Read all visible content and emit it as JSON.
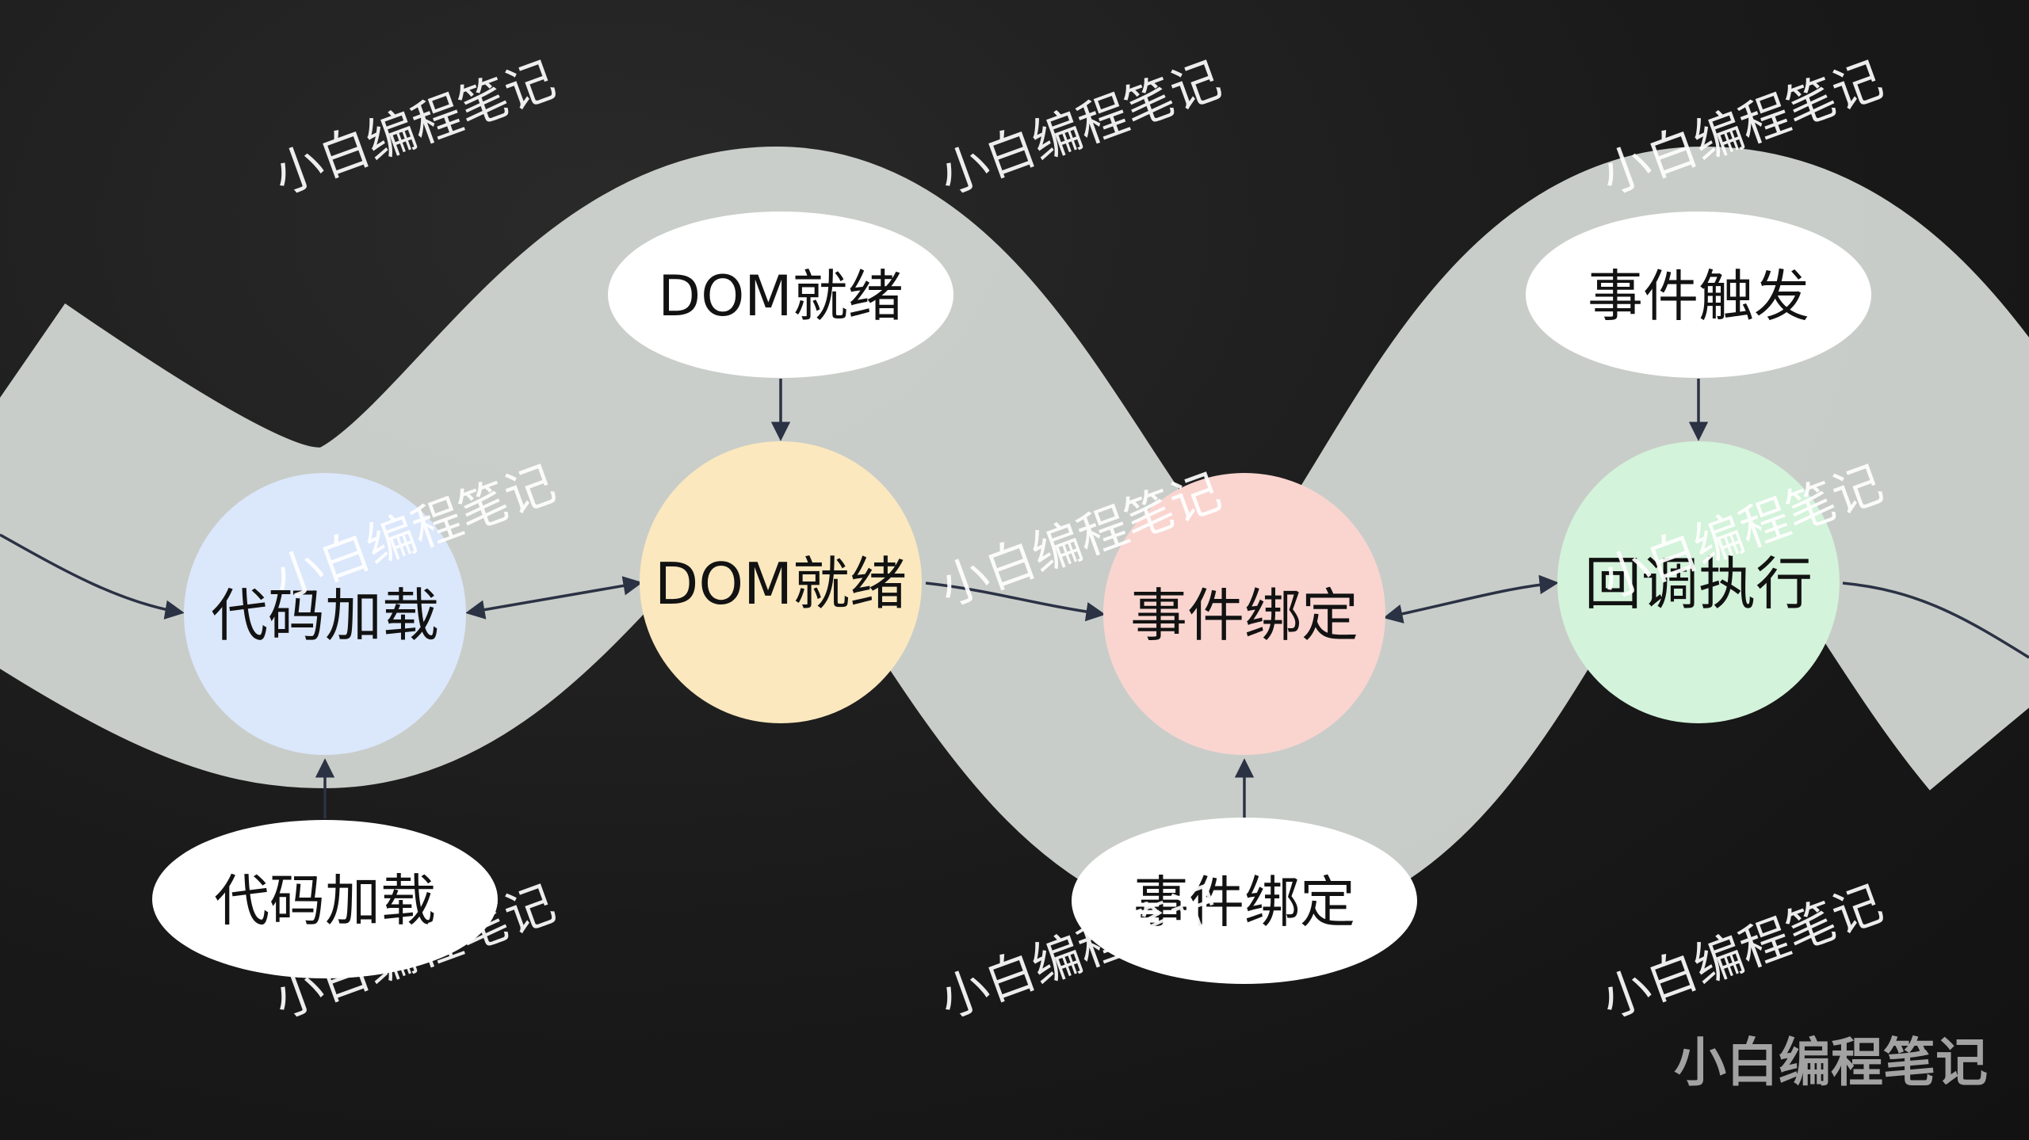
{
  "main_nodes": [
    {
      "id": "load",
      "label": "代码加载",
      "color": "#dbe7fb"
    },
    {
      "id": "dom",
      "label": "DOM就绪",
      "color": "#fbe8be"
    },
    {
      "id": "bind",
      "label": "事件绑定",
      "color": "#fad5d0"
    },
    {
      "id": "callback",
      "label": "回调执行",
      "color": "#d3f3da"
    }
  ],
  "side_nodes": [
    {
      "id": "load-side",
      "label": "代码加载",
      "position": "below"
    },
    {
      "id": "dom-side",
      "label": "DOM就绪",
      "position": "above"
    },
    {
      "id": "bind-side",
      "label": "事件绑定",
      "position": "below"
    },
    {
      "id": "trigger-side",
      "label": "事件触发",
      "position": "above"
    }
  ],
  "watermark": {
    "text": "小白编程笔记"
  },
  "colors": {
    "background": "#1c1c1c",
    "band": "#d8dcd8",
    "arrow": "#2b3244",
    "side_fill": "#ffffff"
  }
}
